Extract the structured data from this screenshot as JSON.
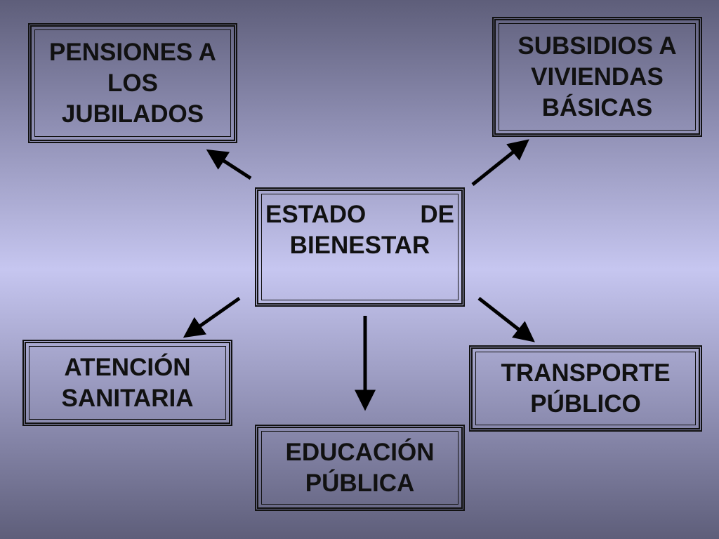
{
  "diagram": {
    "center": "ESTADO DE BIENESTAR",
    "nodes": {
      "pensiones": "PENSIONES A LOS JUBILADOS",
      "subsidios": "SUBSIDIOS A VIVIENDAS BÁSICAS",
      "atencion": "ATENCIÓN SANITARIA",
      "transporte": "TRANSPORTE PÚBLICO",
      "educacion": "EDUCACIÓN PÚBLICA"
    },
    "edges": [
      {
        "from": "center",
        "to": "pensiones"
      },
      {
        "from": "center",
        "to": "subsidios"
      },
      {
        "from": "center",
        "to": "atencion"
      },
      {
        "from": "center",
        "to": "educacion"
      },
      {
        "from": "center",
        "to": "transporte"
      }
    ],
    "colors": {
      "text": "#111111",
      "arrow": "#000000",
      "background_light": "#c6c6f0",
      "background_dark": "#5e5e7a"
    }
  }
}
